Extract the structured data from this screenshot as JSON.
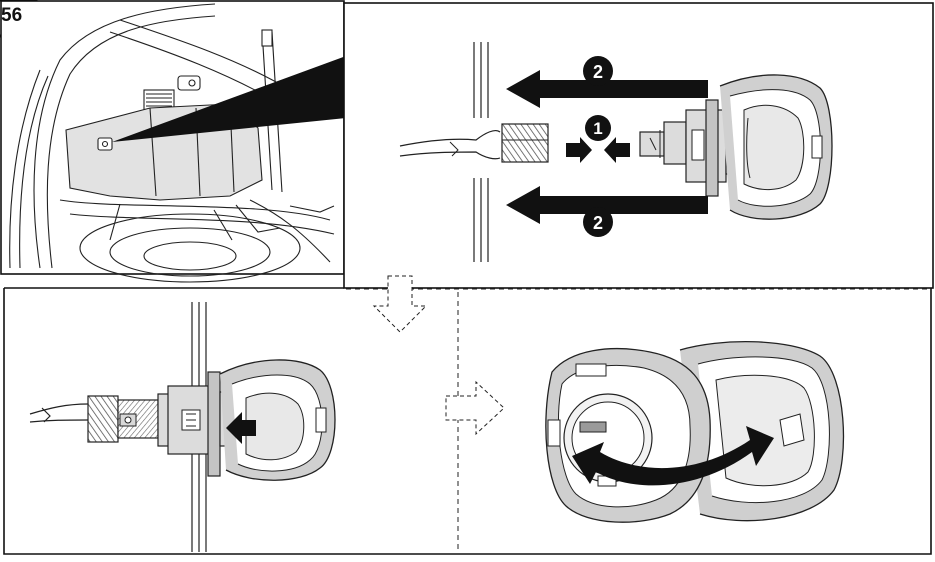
{
  "figure": {
    "label": "56",
    "accent_color": "#111111",
    "hatch_color": "#555555",
    "part_fill": "#d4d4d4",
    "part_dark": "#9a9a9a"
  },
  "callouts": [
    {
      "id": "step-1",
      "label": "1"
    },
    {
      "id": "step-2-top",
      "label": "2"
    },
    {
      "id": "step-2-bottom",
      "label": "2"
    }
  ],
  "panels": {
    "overview": {
      "icon": "vehicle-trunk-interior-icon"
    },
    "detail": {
      "icon": "connector-disconnect-icon"
    },
    "step_remove": {
      "icon": "lamp-unit-pull-icon"
    },
    "step_install": {
      "icon": "lamp-socket-rotate-icon"
    }
  }
}
